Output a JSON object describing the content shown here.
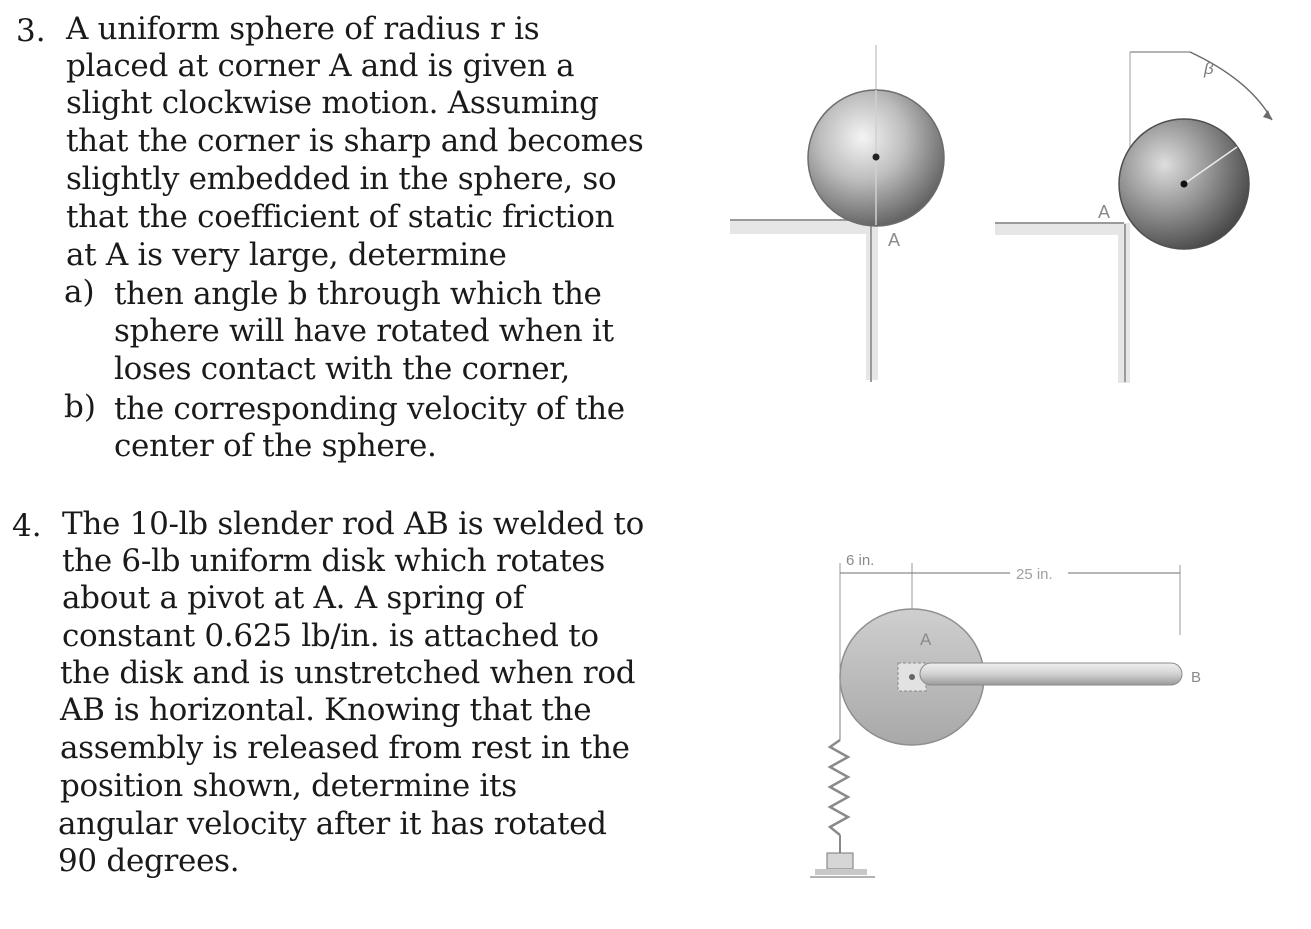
{
  "problem3": {
    "number": "3.",
    "lines": [
      "A uniform sphere of radius r is",
      "placed at corner A and is given a",
      "slight clockwise motion. Assuming",
      "that the corner is sharp and becomes",
      "slightly embedded in the sphere, so",
      "that the coefficient of static friction",
      "at A is very large, determine"
    ],
    "part_a": {
      "label": "a)",
      "lines": [
        "then angle b through which the",
        "sphere will have rotated when it",
        "loses contact with the corner,"
      ]
    },
    "part_b": {
      "label": "b)",
      "lines": [
        "the corresponding velocity of the",
        "center of the sphere."
      ]
    },
    "figure": {
      "label_a_left": "A",
      "label_a_right": "A",
      "label_beta": "β"
    }
  },
  "problem4": {
    "number": "4.",
    "lines": [
      "The 10-lb slender rod AB is welded to",
      "the 6-lb uniform disk which rotates",
      "about a pivot at A. A spring of",
      "constant 0.625 lb/in. is attached to",
      "the disk and is unstretched when rod",
      "AB is horizontal. Knowing that the",
      "assembly is released from rest in the",
      "position shown, determine its",
      "angular velocity after it has rotated",
      "90 degrees."
    ],
    "figure": {
      "dim_disk": "6 in.",
      "dim_rod": "25 in.",
      "label_a": "A",
      "label_b": "B"
    }
  }
}
